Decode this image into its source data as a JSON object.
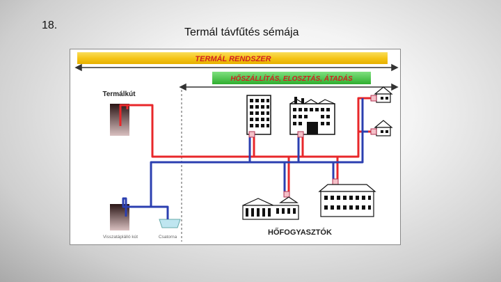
{
  "slide": {
    "number": "18.",
    "title": "Termál távfűtés sémája"
  },
  "diagram": {
    "banner_top": "TERMÁL RENDSZER",
    "banner_second": "HŐSZÁLLÍTÁS, ELOSZTÁS, ÁTADÁS",
    "well_label": "Termálkút",
    "reinjection_label": "Visszatáplálló kút",
    "sewer_label": "Csatorna",
    "consumers_label": "HŐFOGYASZTÓK",
    "colors": {
      "banner_yellow": "#f5c518",
      "banner_green": "#44c244",
      "hot_pipe": "#e8272a",
      "cold_pipe": "#2b3fb0",
      "arrow_dark": "#333333",
      "well_dark": "#3a2020",
      "water_blue": "#bfe6f0"
    }
  }
}
